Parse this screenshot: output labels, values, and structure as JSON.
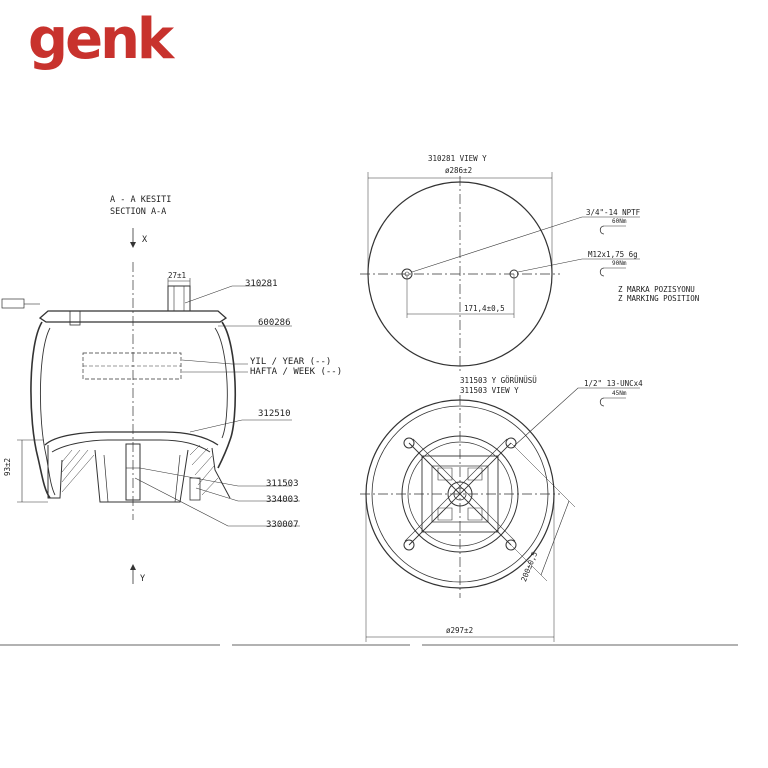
{
  "brand": {
    "name": "genk",
    "color": "#c8322d"
  },
  "section": {
    "title_tr": "A - A KESITI",
    "title_en": "SECTION A-A",
    "axis_top": "X",
    "axis_bottom": "Y",
    "dim_27": "27±1",
    "dim_93": "93±2",
    "parts": [
      "310281",
      "600286",
      "312510",
      "311503",
      "334003",
      "330007"
    ],
    "year_label": "YIL / YEAR (--)",
    "week_label": "HAFTA / WEEK (--)"
  },
  "top_view": {
    "title": "310281 VIEW Y",
    "diameter": "ø286±2",
    "thread_1": "3/4\"-14 NPTF",
    "torque_1": "60Nm",
    "thread_2": "M12x1,75 6g",
    "torque_2": "90Nm",
    "spacing": "171,4±0,5",
    "marking_tr": "Z MARKA POZISYONU",
    "marking_en": "Z MARKING POSITION"
  },
  "bottom_view": {
    "title_tr": "311503 Y GÖRÜNÜSÜ",
    "title_en": "311503 VIEW Y",
    "thread": "1/2\" 13-UNCx4",
    "torque": "45Nm",
    "diagonal": "200±0,5",
    "diameter": "ø297±2"
  },
  "colors": {
    "line": "#333333",
    "dim": "#444444"
  }
}
